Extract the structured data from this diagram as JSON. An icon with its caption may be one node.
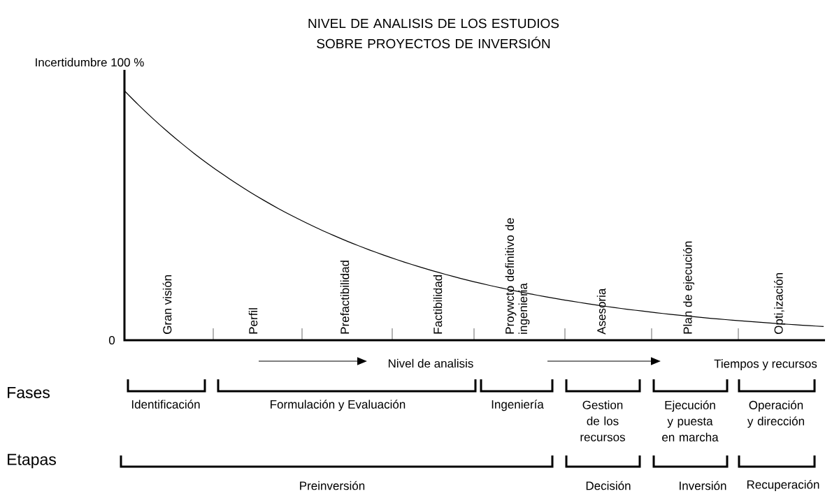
{
  "diagram": {
    "title": "NIVEL DE ANALISIS DE LOS ESTUDIOS SOBRE PROYECTOS DE INVERSIÓN",
    "labels": [
      "Incertidumbre 100 %",
      "0",
      "Gran visión",
      "Perfil",
      "Prefactibilidad",
      "Factibilidad",
      "Proywcto definitivo de ingenieria",
      "Asesoria",
      "Plan de ejecución",
      "Opti,ización",
      "Nivel de analisis",
      "Tiempos y recursos",
      "Fases",
      "Identificación",
      "Formulación y Evaluación",
      "Ingeniería",
      "Gestion de los recursos",
      "Ejecución y puesta en marcha",
      "Operación y dirección",
      "Etapas",
      "Preinversión",
      "Decisión",
      "Inversión",
      "Recuperación"
    ]
  }
}
